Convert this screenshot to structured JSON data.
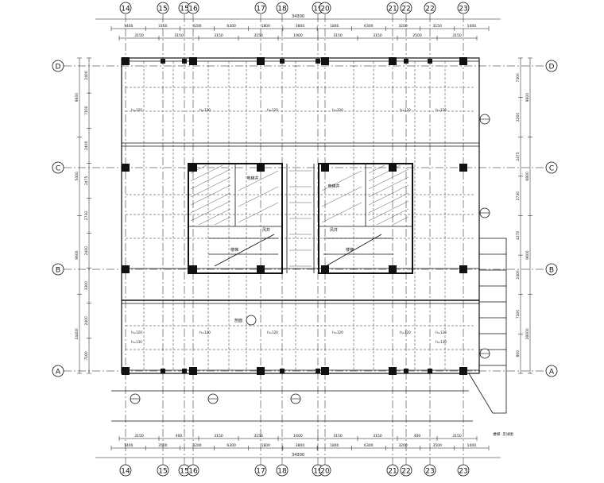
{
  "grid_top": [
    "14",
    "15",
    "15",
    "16",
    "17",
    "18",
    "19",
    "20",
    "21",
    "22",
    "22",
    "23"
  ],
  "grid_bottom": [
    "14",
    "15",
    "15",
    "16",
    "17",
    "18",
    "19",
    "20",
    "21",
    "22",
    "23",
    "23"
  ],
  "grid_rows": [
    "D",
    "C",
    "B",
    "A"
  ],
  "overall_dim": "34300",
  "dims_top_row1": [
    "1400",
    "3150",
    "3200",
    "6300",
    "1800",
    "3800",
    "1800",
    "6300",
    "3200",
    "3150",
    "1400"
  ],
  "dims_top_row2": [
    "3150",
    "3150",
    "3150",
    "3150",
    "1900",
    "3150",
    "3150",
    "2500",
    "3150"
  ],
  "dims_bottom_row1": [
    "3150",
    "400",
    "3150",
    "3150",
    "1600",
    "3150",
    "3150",
    "400",
    "3150"
  ],
  "dims_bottom_row2": [
    "1400",
    "3500",
    "3200",
    "6300",
    "1800",
    "3800",
    "1800",
    "6300",
    "3200",
    "3500",
    "1400"
  ],
  "dims_left": [
    "2400",
    "7100",
    "2400",
    "2475",
    "2730",
    "2400",
    "3300",
    "2400",
    "7100"
  ],
  "dims_left_totals": [
    "9600",
    "5400",
    "9600",
    "24400"
  ],
  "dims_right": [
    "7300",
    "2200",
    "2475",
    "2730",
    "4270",
    "2400",
    "7100",
    "800"
  ],
  "dims_right_totals": [
    "9600",
    "6800",
    "9600",
    "26000"
  ],
  "room_labels": [
    "电梯井",
    "电梯井",
    "风井",
    "风井",
    "楼梯",
    "楼梯"
  ],
  "slab_thickness": "h=120",
  "slab_note": "h=130",
  "section_mark": "剖面",
  "bottom_note": "楼梯: 见详图",
  "colors": {
    "line": "#111111",
    "column": "#111111",
    "hatch": "#333333"
  }
}
